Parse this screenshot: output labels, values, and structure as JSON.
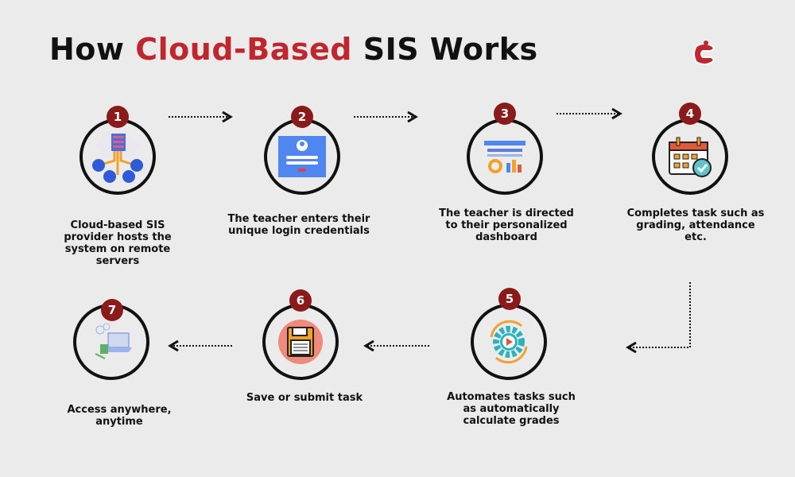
{
  "title": {
    "prefix": "How ",
    "highlight": "Cloud-Based",
    "suffix": " SIS Works"
  },
  "colors": {
    "accent": "#c0262d",
    "badge": "#8b1a1a",
    "background": "#ebebeb"
  },
  "steps": [
    {
      "number": "1",
      "icon": "cloud-server-icon",
      "text": "Cloud-based SIS provider hosts the system on remote servers"
    },
    {
      "number": "2",
      "icon": "login-form-icon",
      "text": "The teacher enters their unique login credentials"
    },
    {
      "number": "3",
      "icon": "dashboard-icon",
      "text": "The teacher is directed to their personalized dashboard"
    },
    {
      "number": "4",
      "icon": "calendar-check-icon",
      "text": "Completes task such as grading, attendance etc."
    },
    {
      "number": "5",
      "icon": "gear-play-icon",
      "text": "Automates tasks such as automatically calculate grades"
    },
    {
      "number": "6",
      "icon": "floppy-disk-icon",
      "text": "Save or submit task"
    },
    {
      "number": "7",
      "icon": "devices-icon",
      "text": "Access anywhere, anytime"
    }
  ]
}
